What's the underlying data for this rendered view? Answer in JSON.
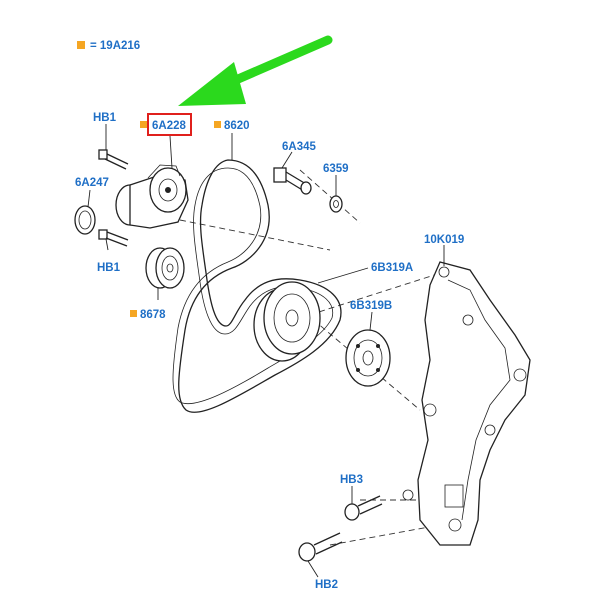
{
  "legend": {
    "marker_color": "#f5a623",
    "text": "= 19A216"
  },
  "highlight": {
    "box_color": "#e0201c",
    "arrow_color": "#2bd91d"
  },
  "labels": {
    "tensioner": "6A228",
    "belt": "8620",
    "hb1_top": "HB1",
    "hb1_mid": "HB1",
    "cap": "6A247",
    "idler": "8678",
    "bolt": "6A345",
    "washer": "6359",
    "pulley": "6B319A",
    "damper": "6B319B",
    "bracket": "10K019",
    "hb3": "HB3",
    "hb2": "HB2"
  },
  "label_color": "#1f6fc6"
}
